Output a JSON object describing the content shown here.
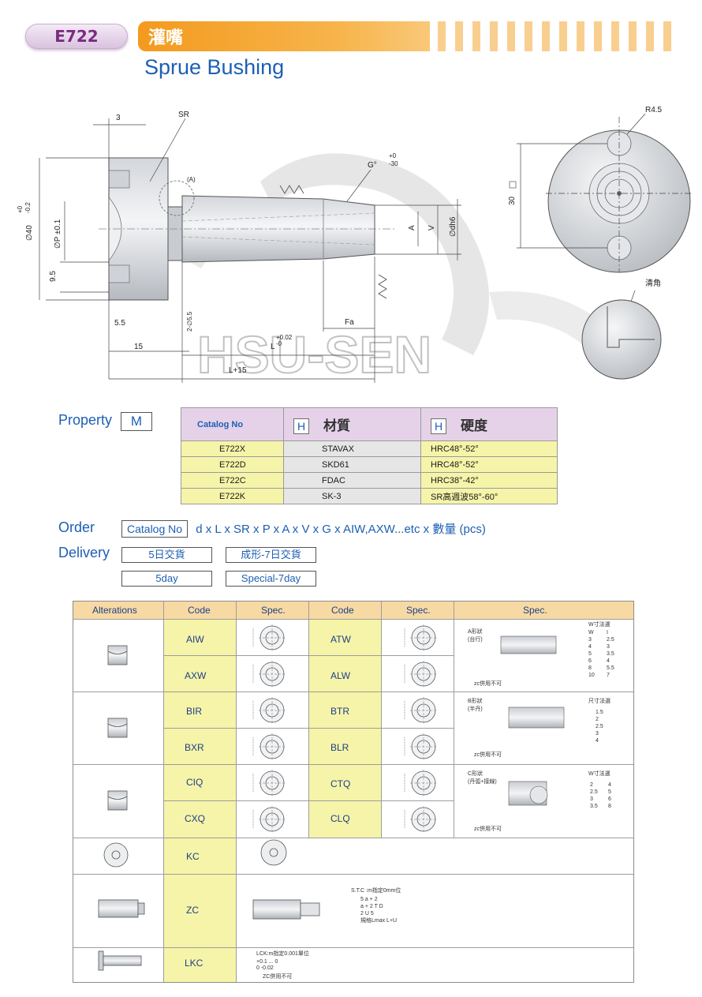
{
  "header": {
    "badge": "E722",
    "title_cn": "灌嘴",
    "title_en": "Sprue Bushing"
  },
  "drawing": {
    "dim_3": "3",
    "dim_sr": "SR",
    "dim_a_detail": "(A)",
    "dim_g": "G°",
    "dim_g_tol_upper": "+0",
    "dim_g_tol_lower": "-30",
    "dim_d40": "∅40",
    "dim_d40_tol_upper": "+0",
    "dim_d40_tol_lower": "-0.2",
    "dim_p": "∅P ±0.1",
    "dim_9_5": "9.5",
    "dim_5_5": "5.5",
    "dim_2_5_5": "2-∅5.5",
    "dim_15": "15",
    "dim_l": "L",
    "dim_l_tol_upper": "+0.02",
    "dim_l_tol_lower": "-0",
    "dim_l15": "L+15",
    "dim_fa": "Fa",
    "dim_a": "A",
    "dim_v": "V",
    "dim_dh6": "∅dh6",
    "dim_r45": "R4.5",
    "dim_30": "30",
    "label_chamfer": "清角",
    "watermark": "HSU-SEN"
  },
  "property": {
    "label": "Property",
    "code": "M",
    "col_catalog": "Catalog No",
    "col_material_code": "H",
    "col_material": "材質",
    "col_hardness_code": "H",
    "col_hardness": "硬度",
    "rows": [
      {
        "catalog": "E722X",
        "material": "STAVAX",
        "hardness": "HRC48°-52°"
      },
      {
        "catalog": "E722D",
        "material": "SKD61",
        "hardness": "HRC48°-52°"
      },
      {
        "catalog": "E722C",
        "material": "FDAC",
        "hardness": "HRC38°-42°"
      },
      {
        "catalog": "E722K",
        "material": "SK-3",
        "hardness": "SR高週波58°-60°"
      }
    ]
  },
  "order": {
    "label": "Order",
    "catalog_box": "Catalog No",
    "formula": "d x L x SR x P x A x V x G x AIW,AXW...etc x 數量 (pcs)"
  },
  "delivery": {
    "label": "Delivery",
    "std_cn": "5日交貨",
    "special_cn": "成形-7日交貨",
    "std_en": "5day",
    "special_en": "Special-7day"
  },
  "alterations": {
    "col_alterations": "Alterations",
    "col_code1": "Code",
    "col_spec1": "Spec.",
    "col_code2": "Code",
    "col_spec2": "Spec.",
    "col_spec3": "Spec.",
    "codes": {
      "aiw": "AIW",
      "atw": "ATW",
      "axw": "AXW",
      "alw": "ALW",
      "bir": "BIR",
      "btr": "BTR",
      "bxr": "BXR",
      "blr": "BLR",
      "ciq": "CIQ",
      "ctq": "CTQ",
      "cxq": "CXQ",
      "clq": "CLQ",
      "kc": "KC",
      "zc": "ZC",
      "lkc": "LKC"
    },
    "spec_a_title": "A形狀",
    "spec_a_sub": "(台行)",
    "spec_a_table_title": "W寸法選",
    "spec_a_table_head": [
      "W",
      "I"
    ],
    "spec_a_table_rows": [
      [
        "3",
        "2.5"
      ],
      [
        "4",
        "3"
      ],
      [
        "5",
        "3.5"
      ],
      [
        "6",
        "4"
      ],
      [
        "8",
        "5.5"
      ],
      [
        "10",
        "7"
      ]
    ],
    "spec_b_title": "B形狀",
    "spec_b_sub": "(半丹)",
    "spec_b_table_title": "尺寸法選",
    "spec_b_table_rows": [
      "1.5",
      "2",
      "2.5",
      "3",
      "4"
    ],
    "spec_c_title": "C形狀",
    "spec_c_sub": "(丹弧+接線)",
    "spec_c_table_title": "W寸法選",
    "spec_c_table_rows": [
      [
        "2",
        "4"
      ],
      [
        "2.5",
        "5"
      ],
      [
        "3",
        "6"
      ],
      [
        "3.5",
        "8"
      ]
    ],
    "note_no_zc": "zc併用不可",
    "zc_note_title": "S.T.C :m指定0mm位",
    "zc_note_lines": [
      "5 a + 2",
      "a + 2 T D",
      "2 U 5",
      "規格Lmax L+U"
    ],
    "lkc_note_title": "LCK:m指定0.001單位",
    "lkc_note_tol": "+0.1  ...  0",
    "lkc_note_tol2": "0        -0.02",
    "lkc_note_no": "ZC併用不可"
  }
}
